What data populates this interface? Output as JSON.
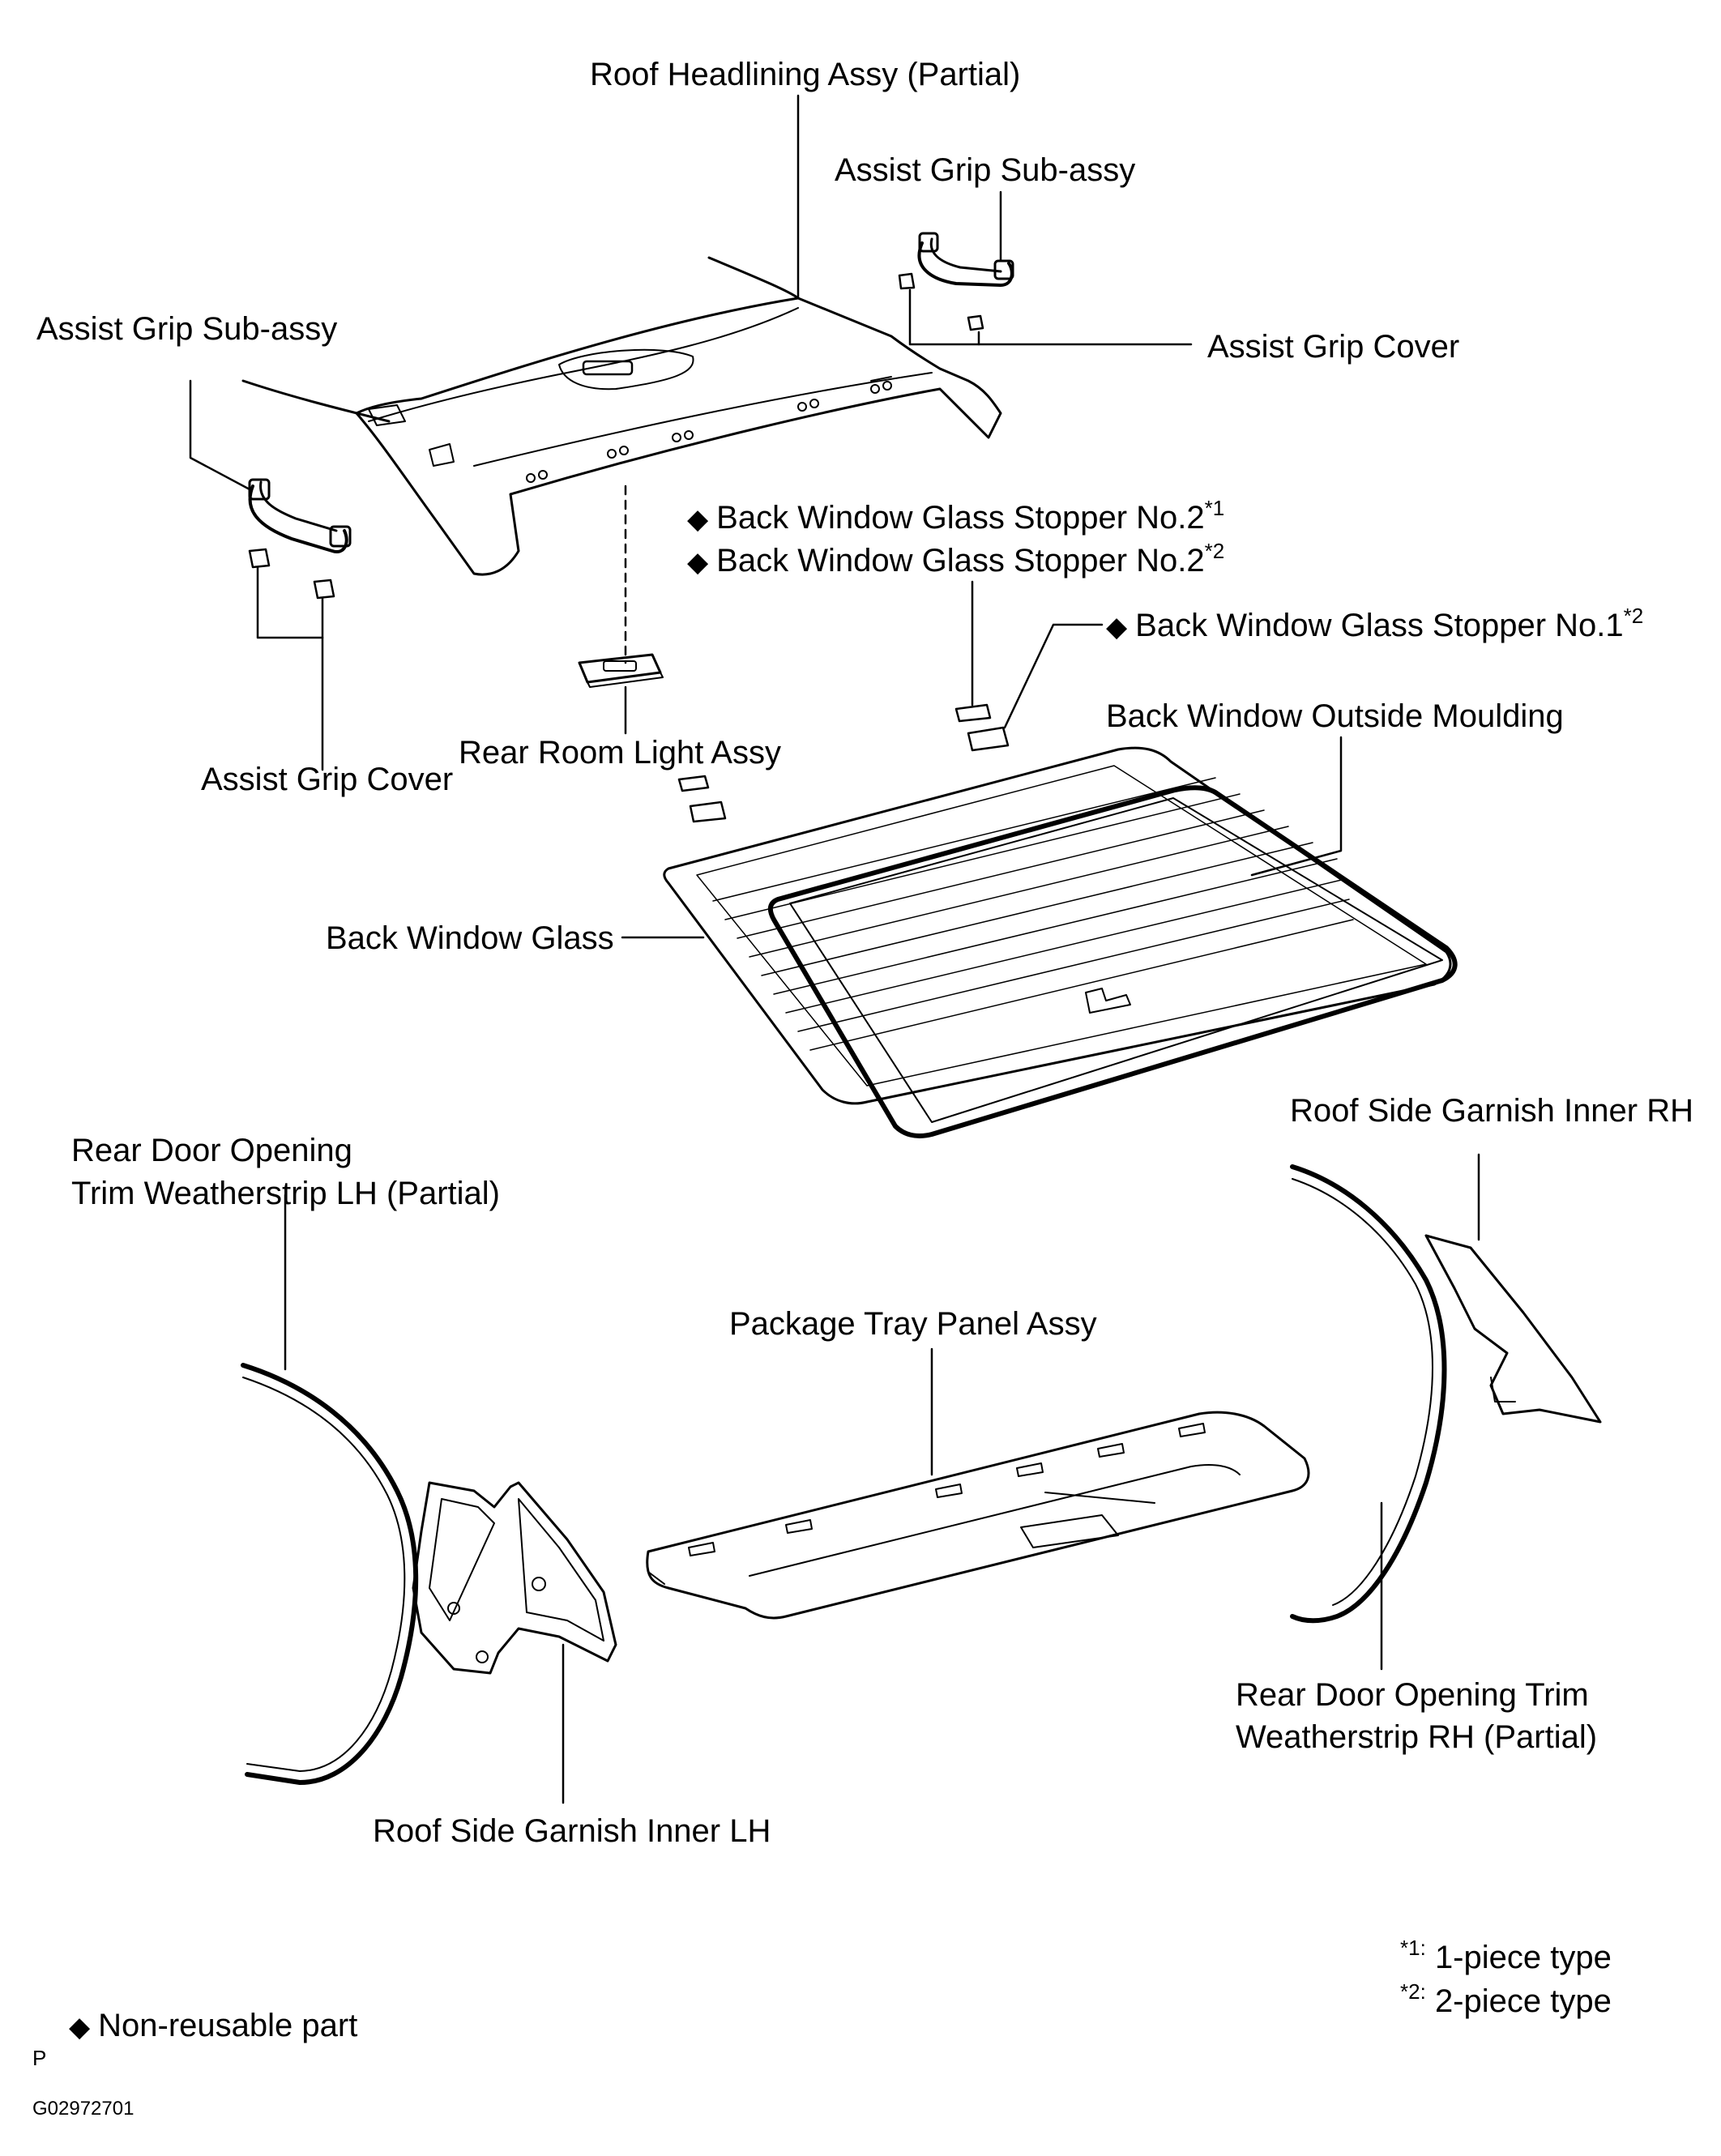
{
  "diagram": {
    "labels": {
      "roof_headlining": "Roof Headlining Assy (Partial)",
      "assist_grip_right": "Assist Grip Sub-assy",
      "assist_grip_left": "Assist Grip Sub-assy",
      "assist_grip_cover_right": "Assist Grip Cover",
      "assist_grip_cover_left": "Assist Grip Cover",
      "stopper_no2_a": "Back Window Glass Stopper No.2",
      "stopper_no2_a_ref": "*1",
      "stopper_no2_b": "Back Window Glass Stopper No.2",
      "stopper_no2_b_ref": "*2",
      "stopper_no1": "Back Window Glass Stopper No.1",
      "stopper_no1_ref": "*2",
      "rear_room_light": "Rear Room Light Assy",
      "back_window_moulding": "Back Window Outside Moulding",
      "back_window_glass": "Back Window Glass",
      "roof_side_garnish_rh": "Roof Side Garnish Inner RH",
      "rear_door_weatherstrip_lh_line1": "Rear Door Opening",
      "rear_door_weatherstrip_lh_line2": "Trim Weatherstrip LH (Partial)",
      "package_tray": "Package Tray Panel Assy",
      "rear_door_weatherstrip_rh_line1": "Rear Door Opening Trim",
      "rear_door_weatherstrip_rh_line2": "Weatherstrip RH (Partial)",
      "roof_side_garnish_lh": "Roof Side Garnish Inner LH"
    },
    "notes": {
      "note1_ref": "*1:",
      "note1_text": "1-piece type",
      "note2_ref": "*2:",
      "note2_text": "2-piece type",
      "non_reusable": "Non-reusable part",
      "diamond_symbol": "◆",
      "page_mark": "P",
      "figure_code": "G02972701"
    }
  }
}
